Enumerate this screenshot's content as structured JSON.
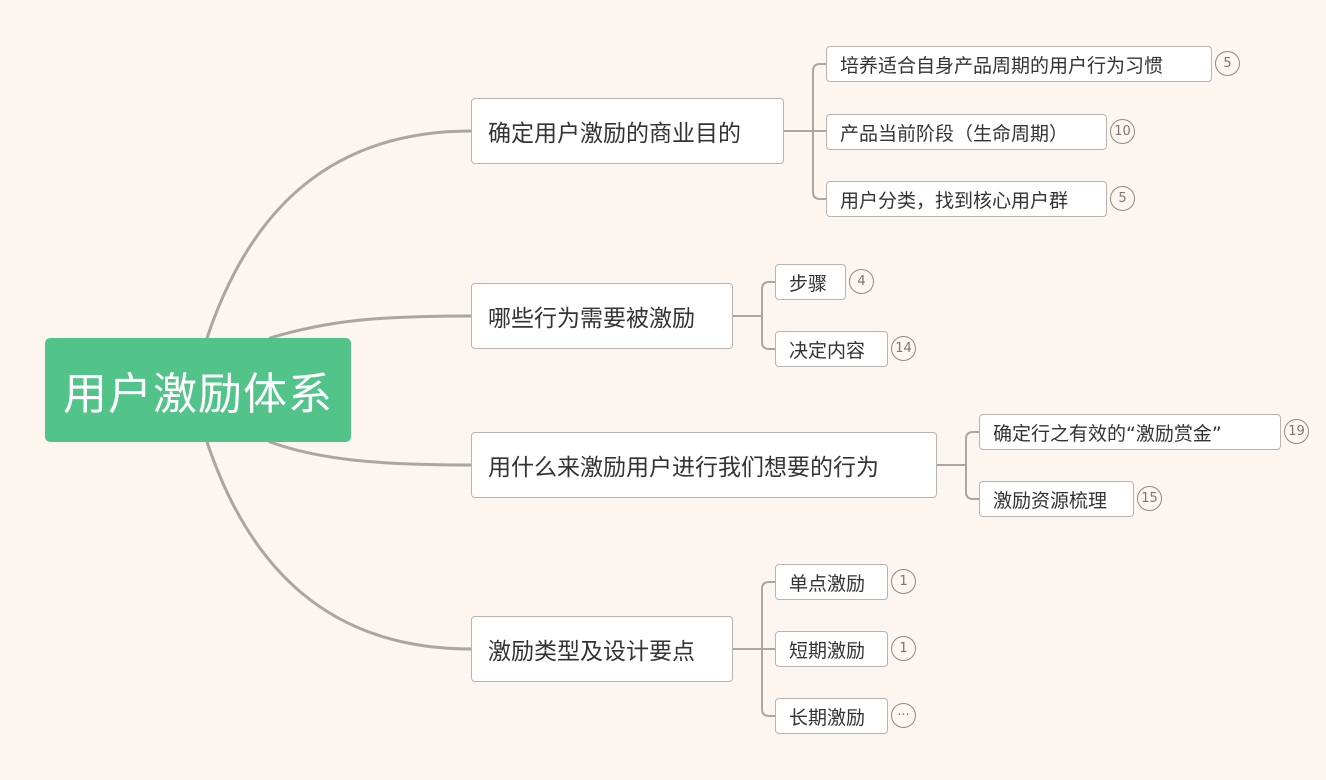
{
  "root": {
    "label": "用户激励体系",
    "color": "#52c48a"
  },
  "branches": [
    {
      "label": "确定用户激励的商业目的",
      "children": [
        {
          "label": "培养适合自身产品周期的用户行为习惯",
          "badge": "5"
        },
        {
          "label": "产品当前阶段（生命周期）",
          "badge": "10"
        },
        {
          "label": "用户分类，找到核心用户群",
          "badge": "5"
        }
      ]
    },
    {
      "label": "哪些行为需要被激励",
      "children": [
        {
          "label": "步骤",
          "badge": "4"
        },
        {
          "label": "决定内容",
          "badge": "14"
        }
      ]
    },
    {
      "label": "用什么来激励用户进行我们想要的行为",
      "children": [
        {
          "label": "确定行之有效的“激励赏金”",
          "badge": "19"
        },
        {
          "label": "激励资源梳理",
          "badge": "15"
        }
      ]
    },
    {
      "label": "激励类型及设计要点",
      "children": [
        {
          "label": "单点激励",
          "badge": "1"
        },
        {
          "label": "短期激励",
          "badge": "1"
        },
        {
          "label": "长期激励",
          "badge": "···"
        }
      ]
    }
  ],
  "colors": {
    "background": "#fcf5f0",
    "line": "#aaa6a2",
    "node_border": "#b8b4b0"
  }
}
